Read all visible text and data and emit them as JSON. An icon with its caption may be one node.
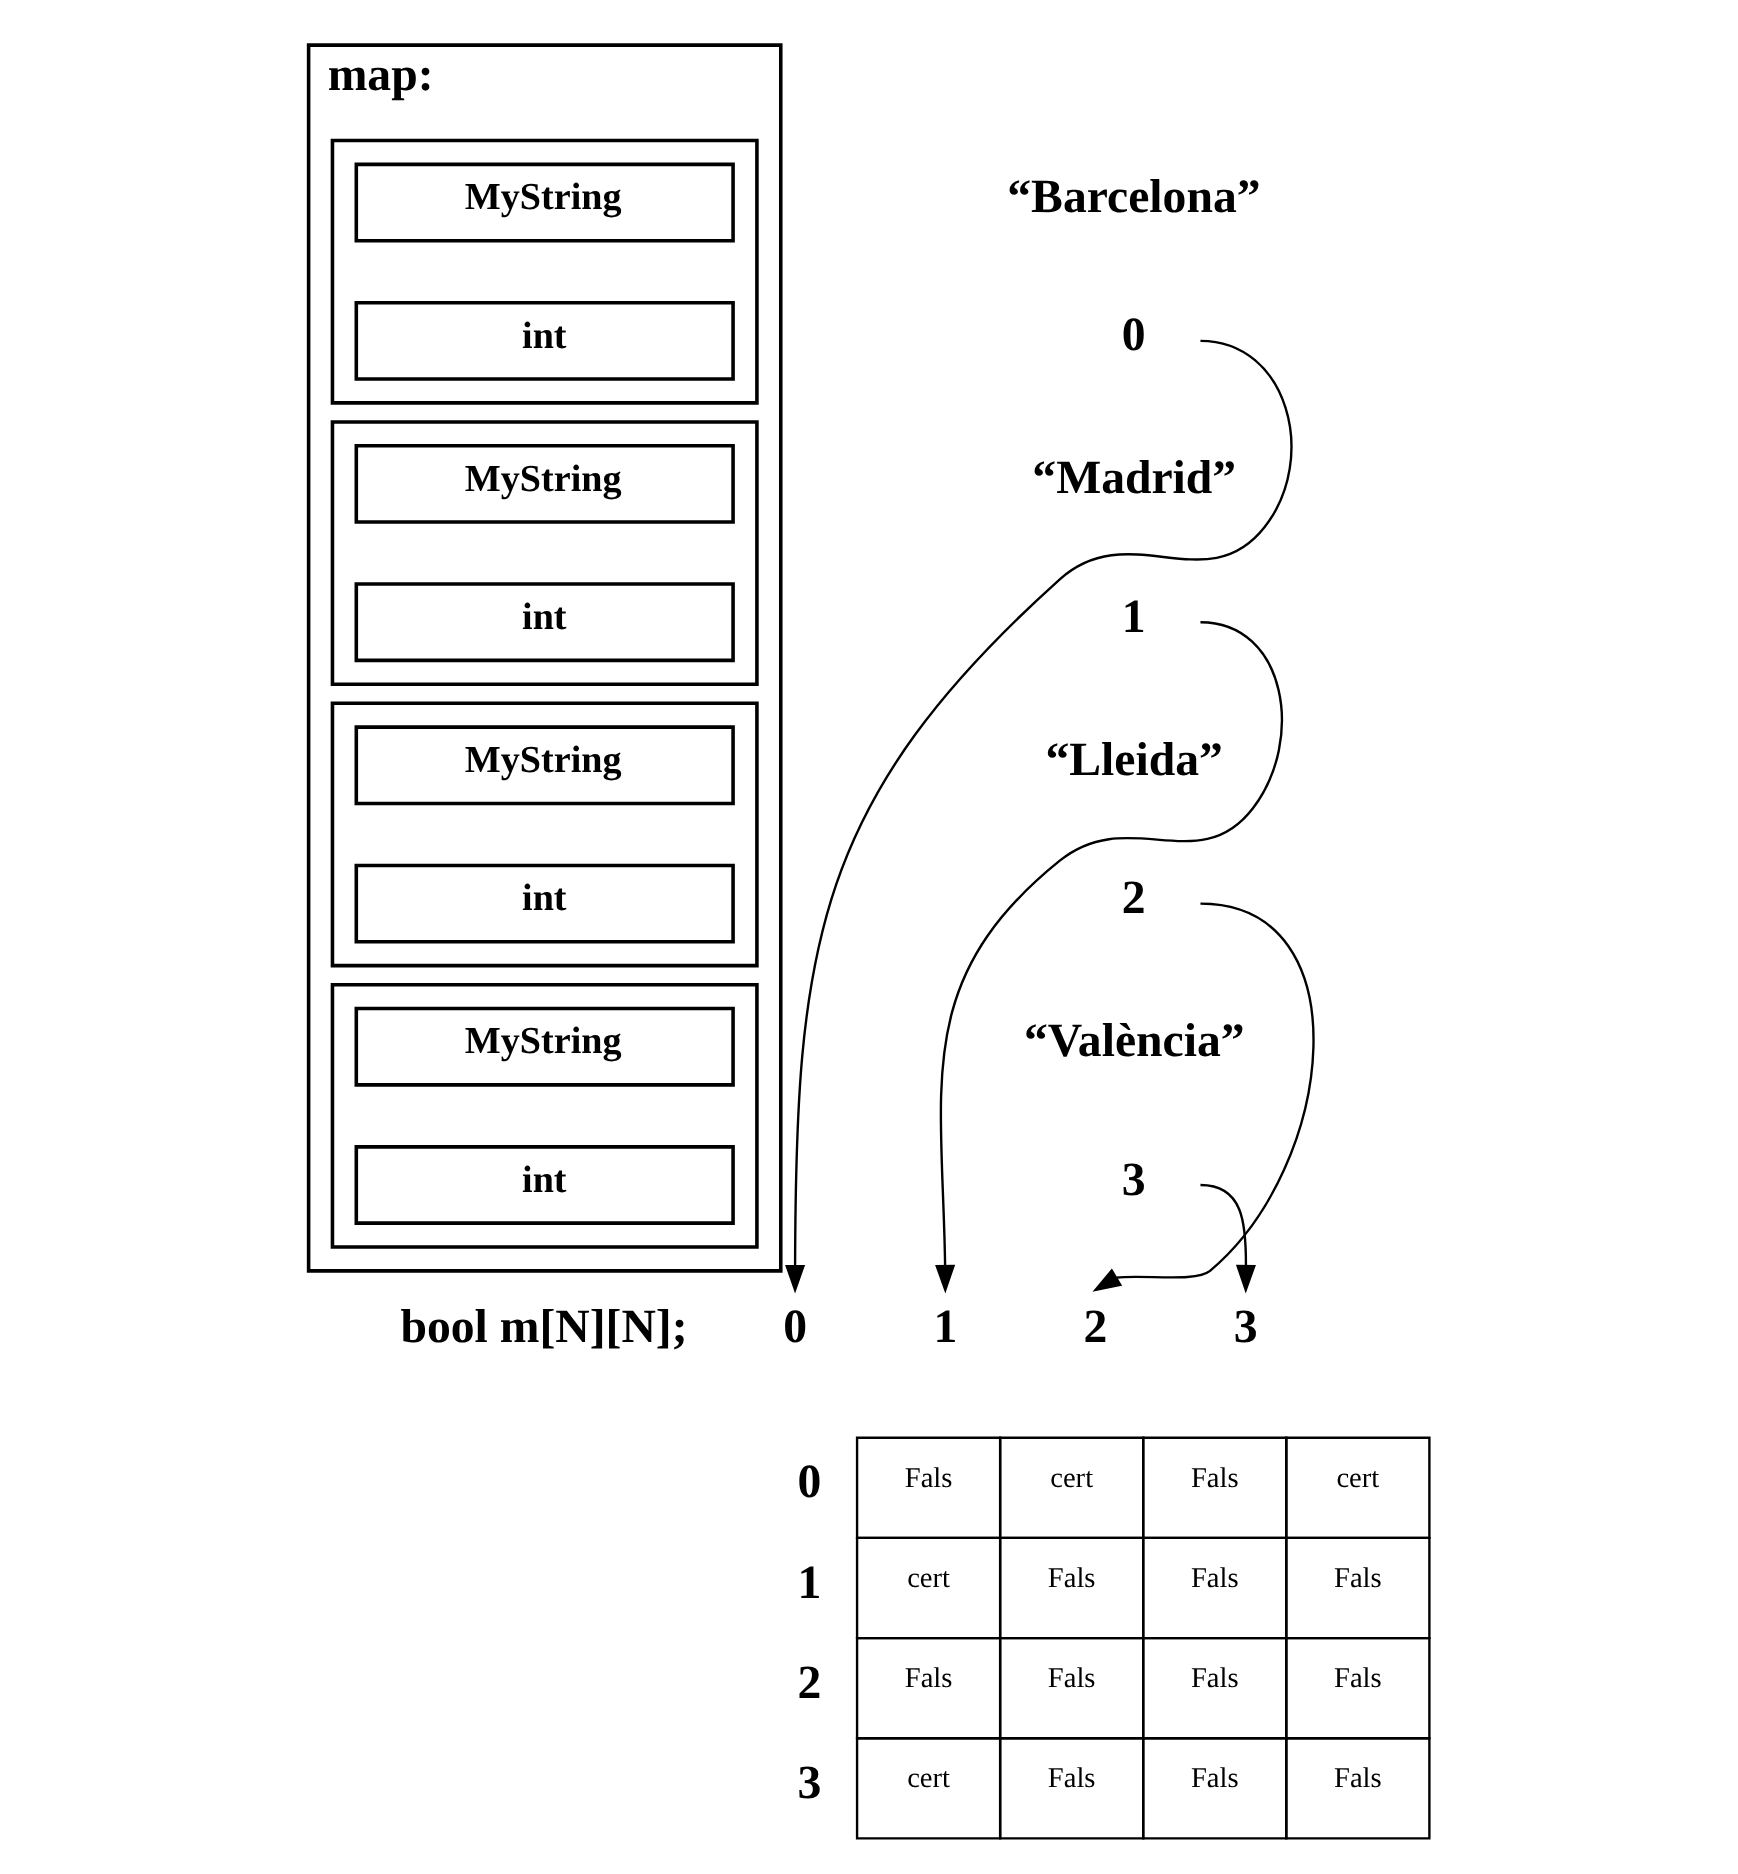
{
  "diagram": {
    "nodes": [
      {
        "text": [
          "map:"
        ]
      },
      {
        "text": [],
        "shape": "box",
        "in": 0
      },
      {
        "text": [
          "MyString"
        ],
        "in": 1
      },
      {
        "text": [
          "int"
        ],
        "in": 1
      },
      {
        "text": [],
        "shape": "box",
        "in": 0
      },
      {
        "text": [
          "MyString"
        ],
        "in": 4
      },
      {
        "text": [
          "int"
        ],
        "in": 4
      },
      {
        "text": [],
        "shape": "box",
        "in": 0
      },
      {
        "text": [
          "MyString"
        ],
        "in": 7
      },
      {
        "text": [
          "int"
        ],
        "in": 7
      },
      {
        "text": [],
        "shape": "box",
        "in": 0
      },
      {
        "text": [
          "MyString"
        ],
        "in": 10
      },
      {
        "text": [
          "int"
        ],
        "in": 10
      },
      {
        "text": [
          "0"
        ]
      },
      {
        "text": [
          "1"
        ]
      },
      {
        "text": [
          "2"
        ]
      },
      {
        "text": [
          "3"
        ]
      },
      {
        "text": [
          "0"
        ]
      },
      {
        "text": [
          "1"
        ]
      },
      {
        "text": [
          "2"
        ]
      },
      {
        "text": [
          "3"
        ]
      }
    ],
    "edges": [
      {
        "from": 13,
        "to": 17,
        "arrow": "to"
      },
      {
        "from": 14,
        "to": 18,
        "arrow": "to"
      },
      {
        "from": 15,
        "to": 19,
        "arrow": "to"
      },
      {
        "from": 16,
        "to": 20,
        "arrow": "to"
      }
    ],
    "labels": [
      "“Barcelona”",
      "“Madrid”",
      "“Lleida”",
      "“València”",
      "bool m[N][N];",
      "0",
      "Fals",
      "cert",
      "Fals",
      "cert",
      "1",
      "cert",
      "Fals",
      "Fals",
      "Fals",
      "2",
      "Fals",
      "Fals",
      "Fals",
      "Fals",
      "3",
      "cert",
      "Fals",
      "Fals",
      "Fals"
    ]
  }
}
